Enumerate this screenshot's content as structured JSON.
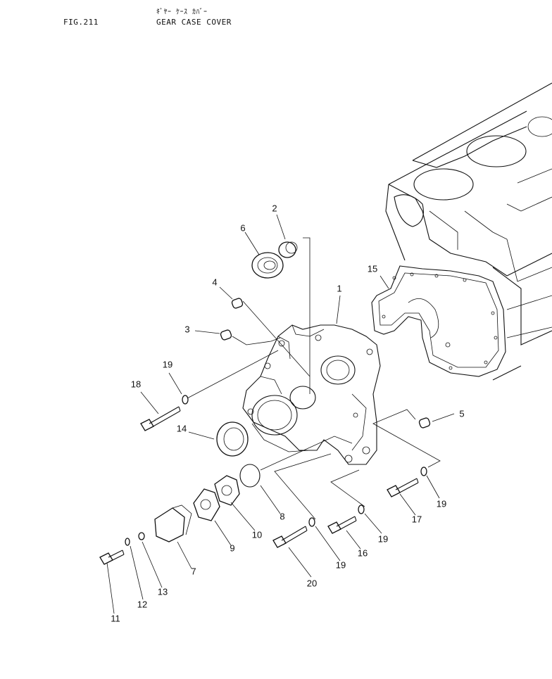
{
  "figure": {
    "number": "FIG.211",
    "title_jp": "ｷﾞﾔｰ ｹｰｽ ｶﾊﾞｰ",
    "title_en": "GEAR CASE COVER"
  },
  "callouts": {
    "c1": "1",
    "c2": "2",
    "c3": "3",
    "c4": "4",
    "c5": "5",
    "c6": "6",
    "c7": "7",
    "c8": "8",
    "c9": "9",
    "c10": "10",
    "c11": "11",
    "c12": "12",
    "c13": "13",
    "c14": "14",
    "c15": "15",
    "c16": "16",
    "c17": "17",
    "c18": "18",
    "c19a": "19",
    "c19b": "19",
    "c19c": "19",
    "c19d": "19",
    "c20": "20"
  }
}
